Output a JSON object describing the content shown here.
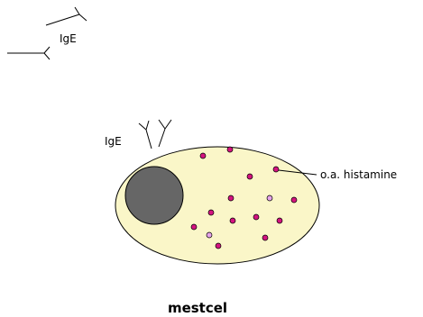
{
  "labels": {
    "antibody_free": "IgE",
    "antibody_bound": "IgE",
    "granule_callout": "o.a. histamine",
    "cell_name": "mestcel"
  },
  "colors": {
    "cytoplasm": "#FAF6C8",
    "nucleus": "#666666",
    "granule_dark": "#D4147F",
    "granule_light": "#E6A3EB",
    "outline": "#000000"
  },
  "granule_count": 15
}
